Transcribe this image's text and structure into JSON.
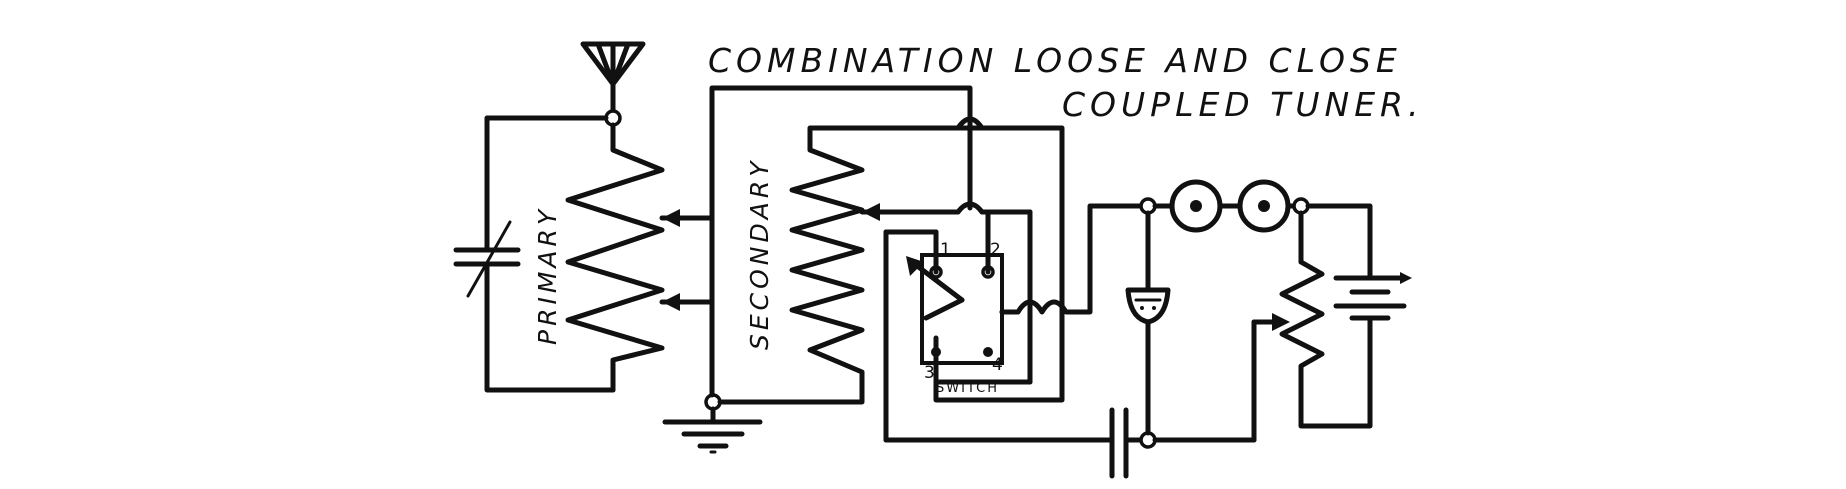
{
  "title": {
    "line1": "COMBINATION  LOOSE  AND  CLOSE",
    "line2": "COUPLED  TUNER."
  },
  "coils": {
    "primary": "PRIMARY",
    "secondary": "SECONDARY"
  },
  "switch": {
    "label": "SWITCH",
    "terminal_1": "1",
    "terminal_2": "2",
    "terminal_3": "3",
    "terminal_4": "4"
  }
}
